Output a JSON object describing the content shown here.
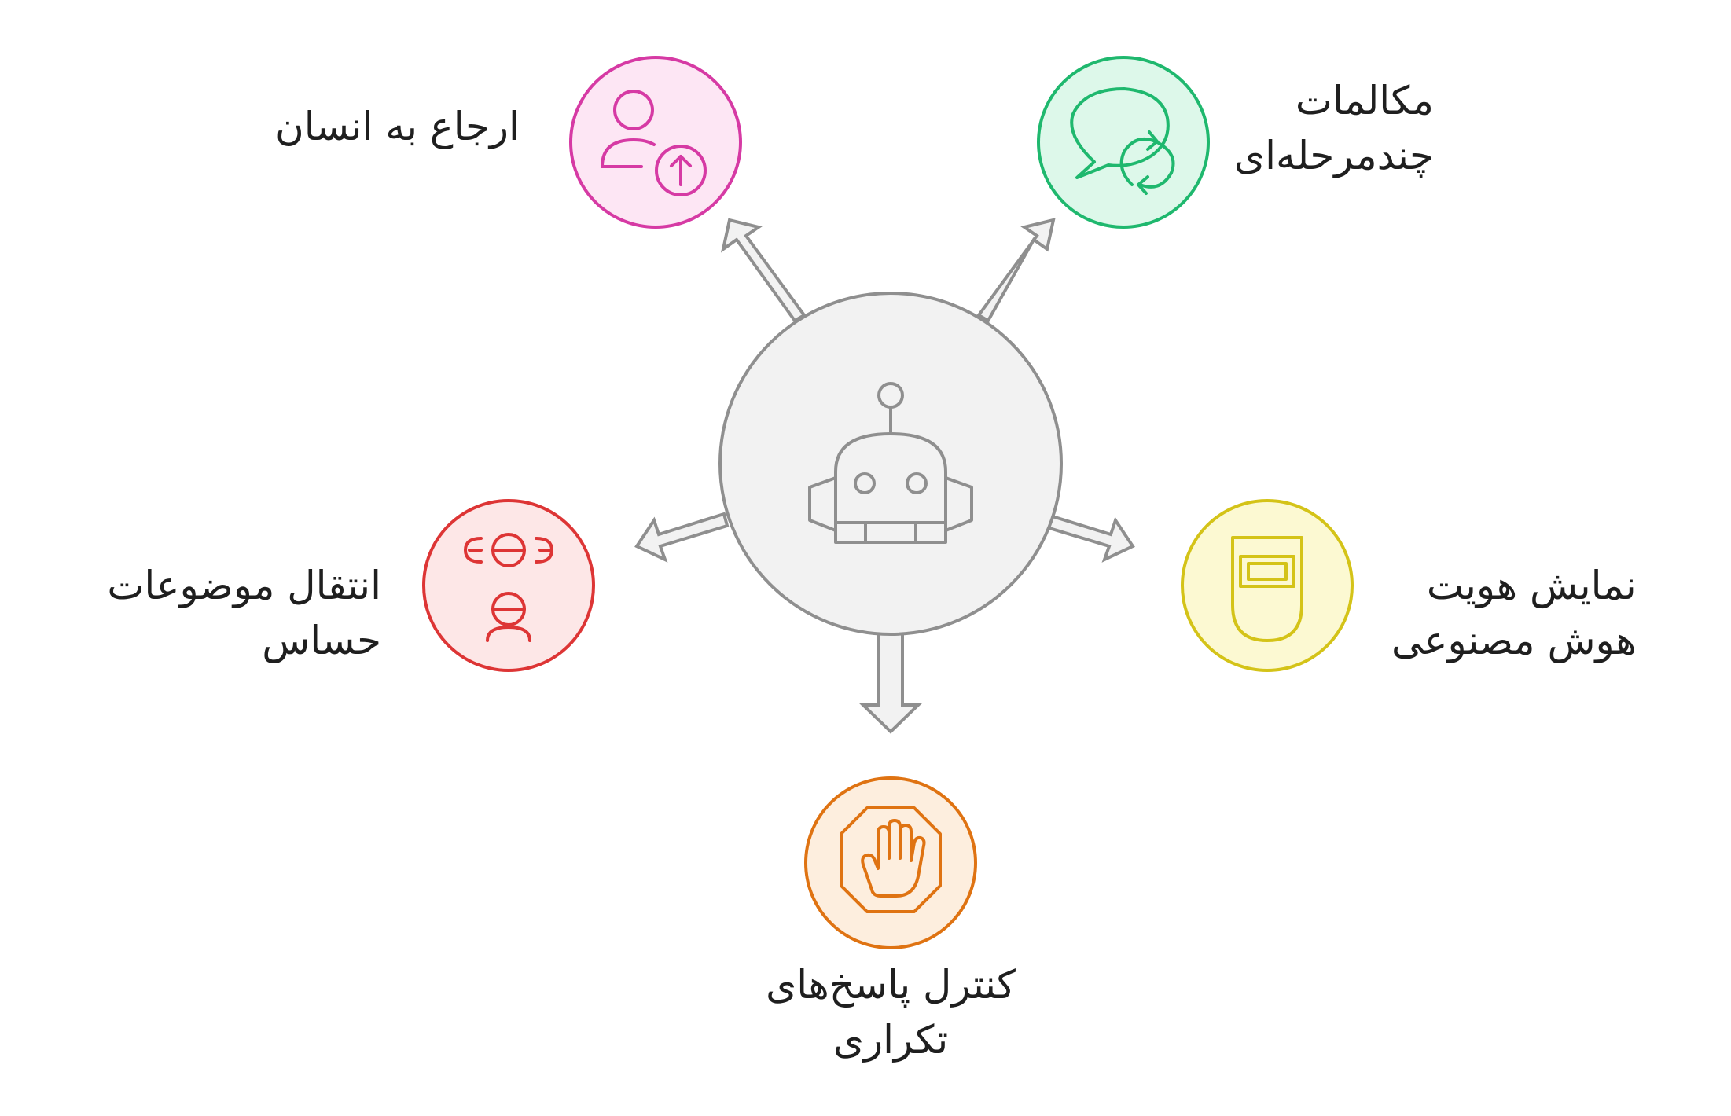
{
  "nodes": {
    "human": {
      "title": "ارجاع به انسان",
      "icon": "person-escalate-icon",
      "color": "#d63aa4",
      "fill": "#fde6f4"
    },
    "multi_turn": {
      "line1": "مکالمات",
      "line2": "چندمرحله‌ای",
      "icon": "chat-cycle-icon",
      "color": "#1fb86e",
      "fill": "#ddf8ea"
    },
    "sensitive": {
      "line1": "انتقال موضوعات",
      "line2": "حساس",
      "icon": "sensitive-topics-icon",
      "color": "#dd3535",
      "fill": "#fde7e7"
    },
    "ai_identity": {
      "line1": "نمایش هویت",
      "line2": "هوش مصنوعی",
      "icon": "identity-badge-icon",
      "color": "#d4c318",
      "fill": "#fcf9d2"
    },
    "repeat_control": {
      "line1": "کنترل پاسخ‌های",
      "line2": "تکراری",
      "icon": "stop-hand-icon",
      "color": "#df7312",
      "fill": "#fdeede"
    }
  },
  "center": {
    "icon": "robot-icon",
    "color": "#8f8f8f",
    "fill": "#f2f2f2"
  }
}
